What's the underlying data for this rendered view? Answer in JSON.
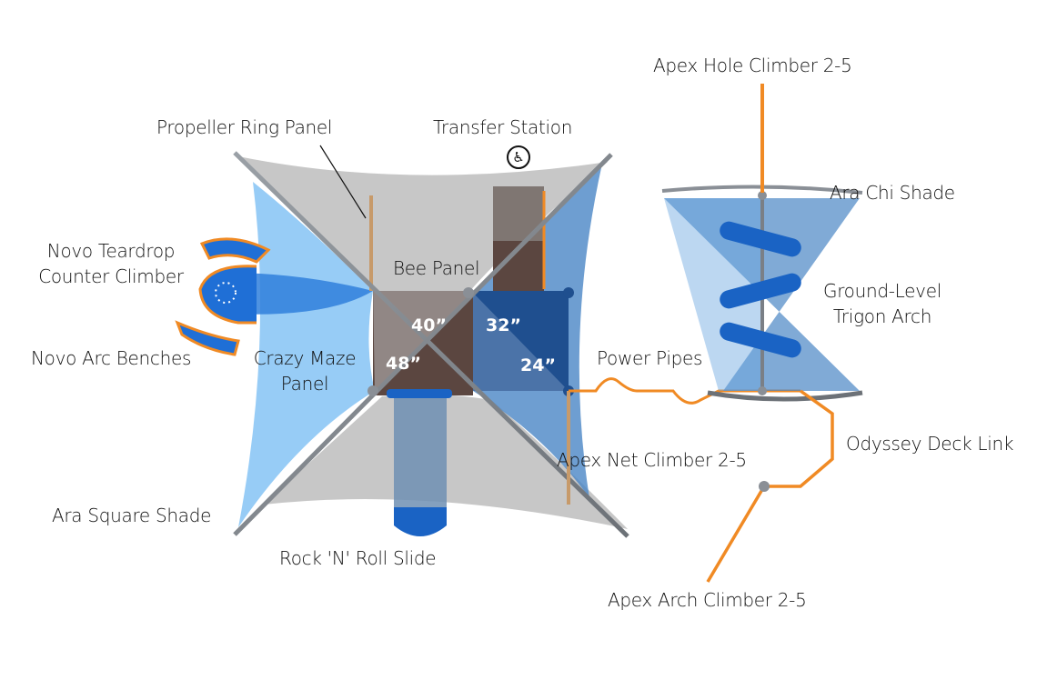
{
  "diagram": {
    "title": "Playground plan view",
    "labels": {
      "apex_hole_climber": "Apex Hole Climber 2-5",
      "propeller_ring_panel": "Propeller Ring Panel",
      "transfer_station": "Transfer Station",
      "ara_chi_shade": "Ara Chi Shade",
      "novo_teardrop_line1": "Novo Teardrop",
      "novo_teardrop_line2": "Counter Climber",
      "bee_panel": "Bee Panel",
      "ground_level_line1": "Ground-Level",
      "ground_level_line2": "Trigon Arch",
      "novo_arc_benches": "Novo Arc Benches",
      "crazy_maze_line1": "Crazy Maze",
      "crazy_maze_line2": "Panel",
      "power_pipes": "Power Pipes",
      "odyssey_deck_link": "Odyssey Deck Link",
      "apex_net_climber": "Apex Net Climber 2-5",
      "ara_square_shade": "Ara Square Shade",
      "rock_n_roll_slide": "Rock 'N' Roll Slide",
      "apex_arch_climber": "Apex Arch Climber 2-5"
    },
    "deck_heights": {
      "h40": "40”",
      "h32": "32”",
      "h48": "48”",
      "h24": "24”"
    },
    "icons": {
      "transfer_station": "wheelchair-accessible-icon"
    },
    "colors": {
      "shade_gray": "#b9b9b9",
      "shade_light_blue": "#7fbdf0",
      "shade_mid_blue": "#4a86c5",
      "deck_brown": "#5b4640",
      "deck_blue": "#1f4f8f",
      "climber_blue": "#1a63c4",
      "pipe_orange": "#f08a24",
      "post_gray": "#8a8f96"
    }
  }
}
